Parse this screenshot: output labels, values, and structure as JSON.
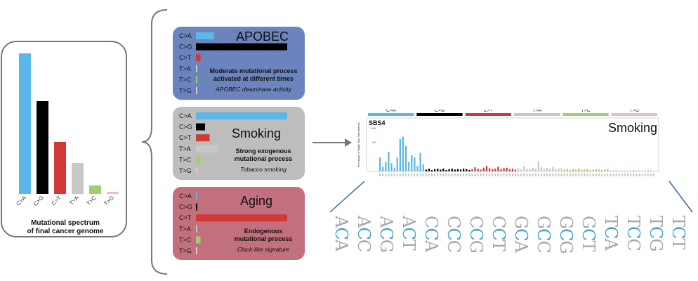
{
  "mutation_types": [
    "C>A",
    "C>G",
    "C>T",
    "T>A",
    "T>C",
    "T>G"
  ],
  "colors": {
    "c_a": "#5ab8e8",
    "c_g": "#000000",
    "c_t": "#d03a35",
    "t_a": "#c8c8c8",
    "t_c": "#a3cc6e",
    "t_g": "#e8c0c0",
    "apobec_bg": "#6b84bd",
    "smoking_bg": "#bdbdbd",
    "aging_bg": "#c2707d",
    "context_gray": "#a8a8a8",
    "context_blue": "#47a4c6"
  },
  "left_panel": {
    "caption_line1": "Mutational spectrum",
    "caption_line2": "of final cancer genome",
    "relative_levels": [
      1.0,
      0.66,
      0.37,
      0.22,
      0.06,
      0.015
    ]
  },
  "processes": [
    {
      "name": "APOBEC",
      "description_line1": "Moderate mutational process",
      "description_line2": "activated at different times",
      "italic": "APOBEC deaminase activity",
      "relative_levels": [
        0.2,
        1.0,
        0.05,
        0,
        0,
        0
      ]
    },
    {
      "name": "Smoking",
      "description_line1": "Strong exogenous",
      "description_line2": "mutational process",
      "italic": "Tobacco smoking",
      "relative_levels": [
        1.0,
        0.1,
        0.15,
        0.24,
        0.05,
        0.02
      ]
    },
    {
      "name": "Aging",
      "description_line1": "Endogenous",
      "description_line2": "mutational process",
      "italic": "Clock-like signature",
      "relative_levels": [
        0.01,
        0.01,
        1.0,
        0.01,
        0.05,
        0.01
      ]
    }
  ],
  "signature": {
    "name": "SBS4",
    "process": "Smoking",
    "ylabel": "Percentage of Single Base Substitutions",
    "ytick_labels": [
      "16%",
      "8%"
    ]
  },
  "contexts": [
    "ACA",
    "ACC",
    "ACG",
    "ACT",
    "CCA",
    "CCC",
    "CCG",
    "CCT",
    "GCA",
    "GCC",
    "GCG",
    "GCT",
    "TCA",
    "TCC",
    "TCG",
    "TCT"
  ],
  "chart_data": {
    "type": "bar",
    "title": "SBS4",
    "categories": [
      "C>A",
      "C>G",
      "C>T",
      "T>A",
      "T>C",
      "T>G"
    ],
    "series": [
      {
        "name": "Mutational spectrum of final cancer genome",
        "values": [
          1.0,
          0.66,
          0.37,
          0.22,
          0.06,
          0.015
        ]
      }
    ],
    "ylim": [
      0,
      1
    ],
    "grid": false,
    "signature_values": [
      0.3,
      0.1,
      0.2,
      0.42,
      0.18,
      0.08,
      0.3,
      0.7,
      0.75,
      0.55,
      0.2,
      0.35,
      0.3,
      0.12,
      0.4,
      0.15,
      0.04,
      0.06,
      0.03,
      0.05,
      0.06,
      0.04,
      0.06,
      0.03,
      0.05,
      0.06,
      0.04,
      0.05,
      0.04,
      0.06,
      0.05,
      0.03,
      0.05,
      0.09,
      0.06,
      0.04,
      0.08,
      0.12,
      0.07,
      0.05,
      0.06,
      0.1,
      0.05,
      0.07,
      0.08,
      0.05,
      0.06,
      0.04,
      0.07,
      0.05,
      0.12,
      0.06,
      0.05,
      0.08,
      0.06,
      0.22,
      0.09,
      0.05,
      0.07,
      0.06,
      0.1,
      0.05,
      0.06,
      0.07,
      0.04,
      0.05,
      0.03,
      0.05,
      0.04,
      0.06,
      0.03,
      0.04,
      0.05,
      0.03,
      0.04,
      0.05,
      0.04,
      0.03,
      0.04,
      0.05,
      0.02,
      0.02,
      0.03,
      0.01,
      0.02,
      0.02,
      0.01,
      0.02,
      0.03,
      0.02,
      0.02,
      0.01,
      0.02,
      0.03,
      0.02,
      0.01
    ]
  }
}
